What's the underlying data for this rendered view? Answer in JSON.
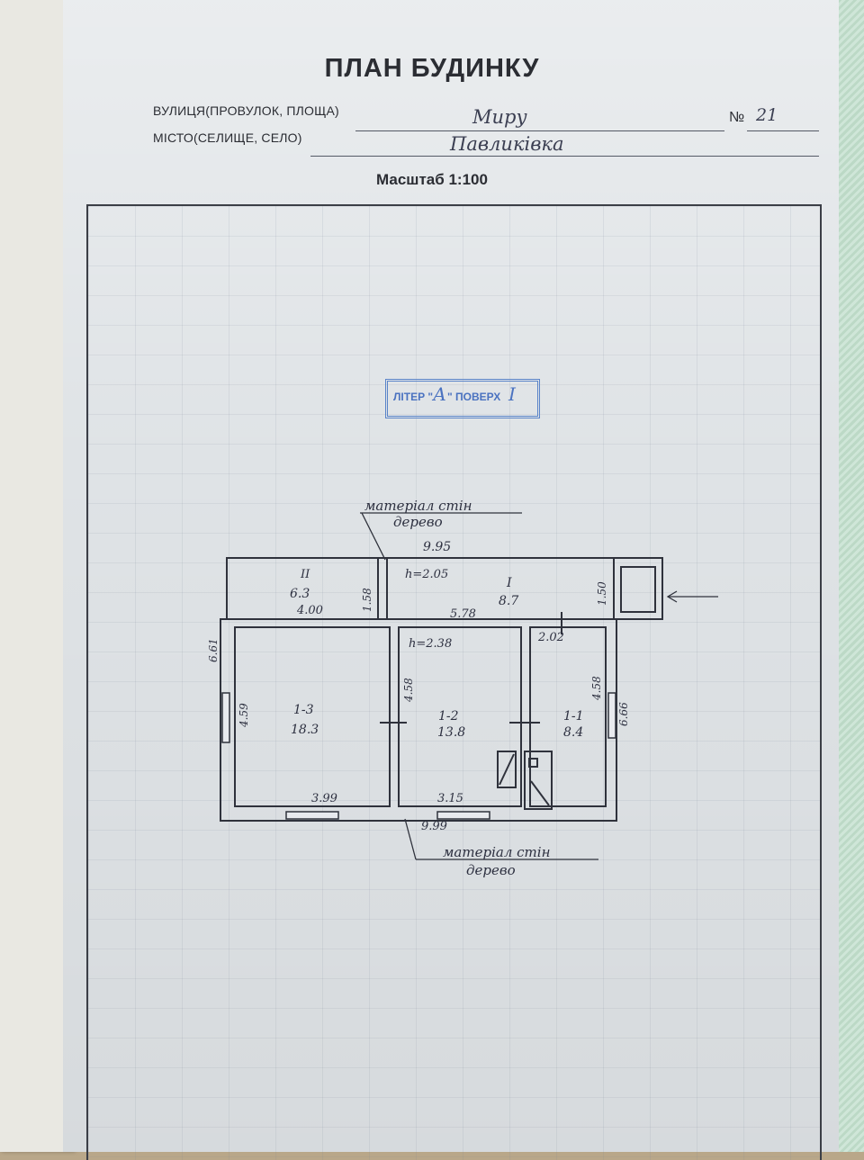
{
  "document": {
    "title": "ПЛАН БУДИНКУ",
    "street_label": "ВУЛИЦЯ(ПРОВУЛОК, ПЛОЩА)",
    "street_value": "Миру",
    "number_label": "№",
    "number_value": "21",
    "town_label": "МІСТО(СЕЛИЩЕ, СЕЛО)",
    "town_value": "Павликівка",
    "scale": "Масштаб 1:100"
  },
  "stamp": {
    "liter_label": "ЛІТЕР \"",
    "liter_value": "А",
    "floor_label": "\" ПОВЕРХ",
    "floor_value": "I"
  },
  "plan": {
    "wall_material_top_1": "матеріал стін",
    "wall_material_top_2": "дерево",
    "wall_material_bottom_1": "матеріал стін",
    "wall_material_bottom_2": "дерево",
    "dim_top": "9.95",
    "dim_II_width": "4.00",
    "dim_I_width": "5.78",
    "dim_corridor_depth": "1.58",
    "dim_porch": "1.50",
    "dim_left_total": "6.61",
    "dim_right_total": "6.66",
    "dim_bottom_total": "9.99",
    "dim_small_202": "2.02",
    "ceiling_1": "h=2.05",
    "ceiling_2": "h=2.38",
    "room_II_num": "II",
    "room_II_area": "6.3",
    "room_I_num": "I",
    "room_I_area": "8.7",
    "room_13_num": "1-3",
    "room_13_area": "18.3",
    "room_13_w": "3.99",
    "room_13_h": "4.59",
    "room_12_num": "1-2",
    "room_12_area": "13.8",
    "room_12_w": "3.15",
    "room_12_h": "4.58",
    "room_11_num": "1-1",
    "room_11_area": "8.4",
    "room_11_h": "4.58"
  }
}
